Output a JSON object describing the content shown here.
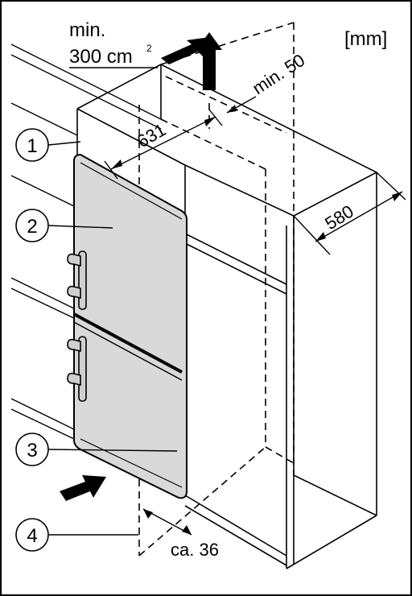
{
  "unit_label": "[mm]",
  "vent": {
    "line1": "min.",
    "line2": "300 cm",
    "superscript": "2"
  },
  "dimensions": {
    "top_gap": "min. 50",
    "depth_631": "631",
    "depth_580": "580",
    "bottom_gap": "ca. 36"
  },
  "callouts": [
    "1",
    "2",
    "3",
    "4"
  ]
}
